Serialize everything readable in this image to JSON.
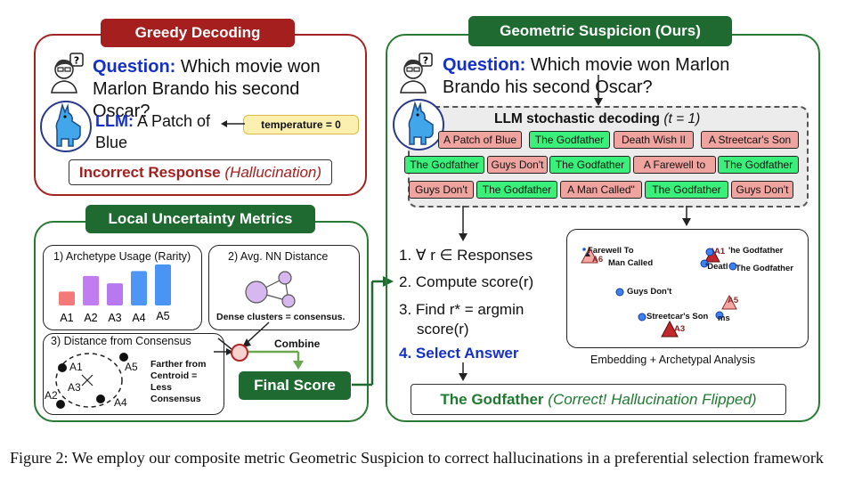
{
  "greedy": {
    "banner": "Greedy Decoding",
    "question_label": "Question:",
    "question_text": "Which movie won Marlon Brando his second Oscar?",
    "llm_label": "LLM:",
    "llm_answer": "A Patch of Blue",
    "temperature": "temperature = 0",
    "result_strong": "Incorrect Response",
    "result_note": "(Hallucination)"
  },
  "local": {
    "banner": "Local Uncertainty Metrics",
    "m1_title": "1) Archetype Usage (Rarity)",
    "m1_bars": [
      {
        "label": "A1",
        "value": 0.34,
        "color": "#f47a7a"
      },
      {
        "label": "A2",
        "value": 0.72,
        "color": "#c27cf2"
      },
      {
        "label": "A3",
        "value": 0.54,
        "color": "#b879f0"
      },
      {
        "label": "A4",
        "value": 0.84,
        "color": "#4d96f5"
      },
      {
        "label": "A5",
        "value": 1.0,
        "color": "#4a94f6"
      }
    ],
    "m2_title": "2) Avg. NN Distance",
    "m2_caption": "Dense clusters = consensus.",
    "m3_title": "3) Distance from Consensus",
    "m3_points": [
      "A1",
      "A2",
      "A3",
      "A4",
      "A5"
    ],
    "m3_text": [
      "Farther from",
      "Centroid =",
      "Less",
      "Consensus"
    ],
    "combine": "Combine",
    "final": "Final Score"
  },
  "geo": {
    "banner": "Geometric Suspicion (Ours)",
    "question_label": "Question:",
    "question_text": "Which movie won Marlon Brando his second Oscar?",
    "stoch_title": "LLM stochastic decoding",
    "stoch_t": "(t = 1)",
    "rows": [
      [
        {
          "t": "A Patch of Blue",
          "c": "r"
        },
        {
          "t": "The Godfather",
          "c": "g"
        },
        {
          "t": "Death Wish II",
          "c": "r"
        },
        {
          "t": "A Streetcar's Son",
          "c": "r"
        }
      ],
      [
        {
          "t": "The Godfather",
          "c": "g"
        },
        {
          "t": "Guys Don't",
          "c": "r"
        },
        {
          "t": "The Godfather",
          "c": "g"
        },
        {
          "t": "A Farewell to",
          "c": "r"
        },
        {
          "t": "The Godfather",
          "c": "g"
        }
      ],
      [
        {
          "t": "Guys Don't",
          "c": "r"
        },
        {
          "t": "The Godfather",
          "c": "g"
        },
        {
          "t": "A Man Called\"",
          "c": "r"
        },
        {
          "t": "The Godfather",
          "c": "g"
        },
        {
          "t": "Guys Don't",
          "c": "r"
        }
      ]
    ],
    "steps": [
      "1. ∀ r ∈ Responses",
      "2. Compute score(r)",
      "3. Find r* = argmin",
      "score(r)",
      "4. Select Answer"
    ],
    "embed_labels": [
      "Farewell To",
      "A6",
      "Man Called",
      "A1",
      "'he Godfather",
      "'Deatl",
      "The Godfather",
      "Guys Don't",
      "A5",
      "Streetcar's Son",
      "ms",
      "A3"
    ],
    "embed_caption": "Embedding + Archetypal Analysis",
    "answer_strong": "The Godfather",
    "answer_note": "(Correct! Hallucination Flipped)"
  },
  "caption": "Figure 2: We employ our composite metric Geometric Suspicion to correct hallucinations in a preferential selection framework"
}
